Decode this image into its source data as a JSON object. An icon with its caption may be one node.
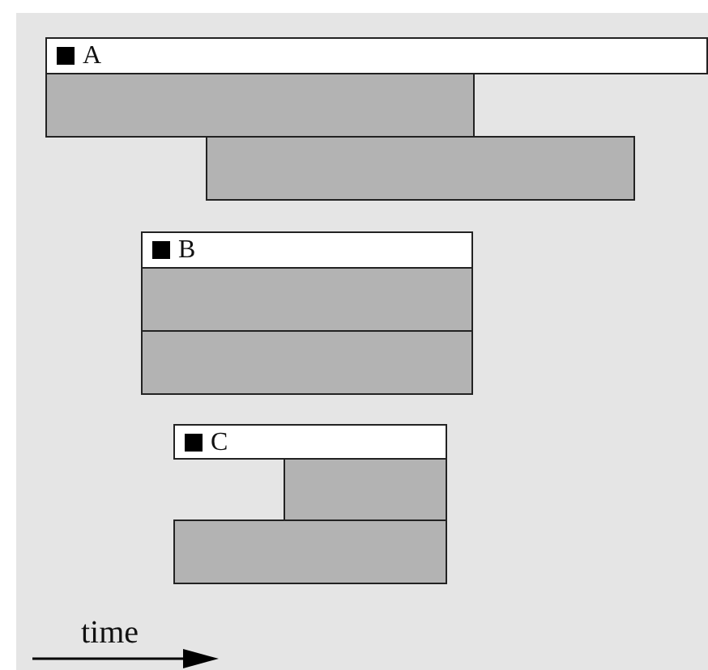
{
  "diagram": {
    "nodes": [
      {
        "text": [
          "A"
        ]
      },
      {
        "text": [],
        "shape": "bar"
      },
      {
        "text": [],
        "shape": "bar"
      },
      {
        "text": [
          "B"
        ]
      },
      {
        "text": [],
        "shape": "bar"
      },
      {
        "text": [],
        "shape": "bar"
      },
      {
        "text": [
          "C"
        ]
      },
      {
        "text": [],
        "shape": "bar"
      },
      {
        "text": [],
        "shape": "bar"
      }
    ],
    "labels": [
      "time"
    ]
  }
}
